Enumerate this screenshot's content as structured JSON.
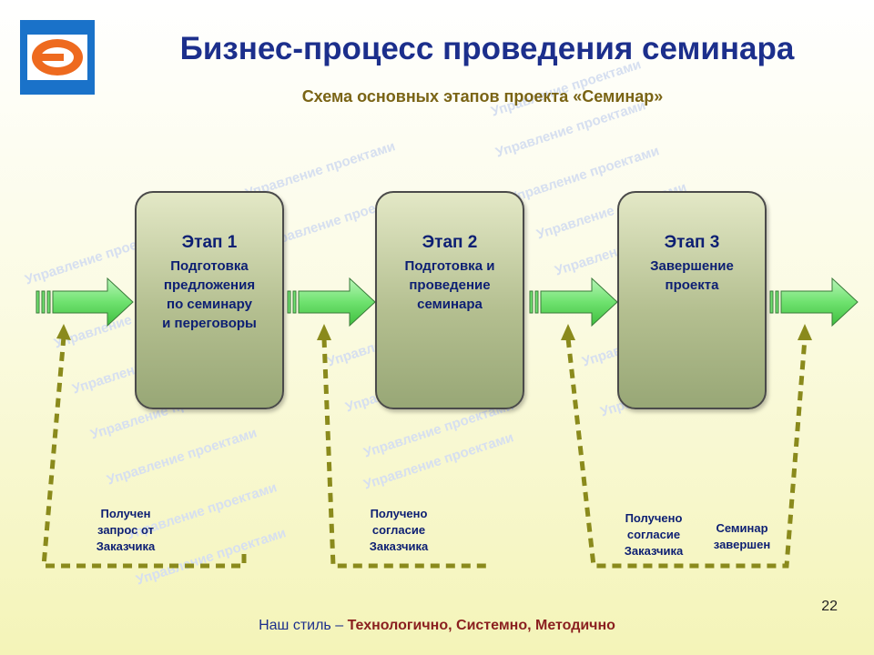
{
  "title": "Бизнес-процесс проведения семинара",
  "subtitle": "Схема основных этапов проекта «Семинар»",
  "watermark": "Управление проектами",
  "stages": [
    {
      "title": "Этап 1",
      "desc": "Подготовка\nпредложения\nпо семинару\nи переговоры"
    },
    {
      "title": "Этап 2",
      "desc": "Подготовка и\nпроведение\nсеминара"
    },
    {
      "title": "Этап 3",
      "desc": "Завершение\nпроекта"
    }
  ],
  "notes": [
    "Получен\nзапрос от\nЗаказчика",
    "Получено\nсогласие\nЗаказчика",
    "Получено\nсогласие\nЗаказчика",
    "Семинар\nзавершен"
  ],
  "page_number": "22",
  "footer": {
    "prefix": "Наш стиль – ",
    "emphasis": "Технологично, Системно, Методично"
  },
  "colors": {
    "arrow": "#7fe87f",
    "dashed": "#8a8a1c",
    "title": "#1c2f8c",
    "logo_orange": "#ee6a1f",
    "logo_blue": "#1a72c9"
  }
}
